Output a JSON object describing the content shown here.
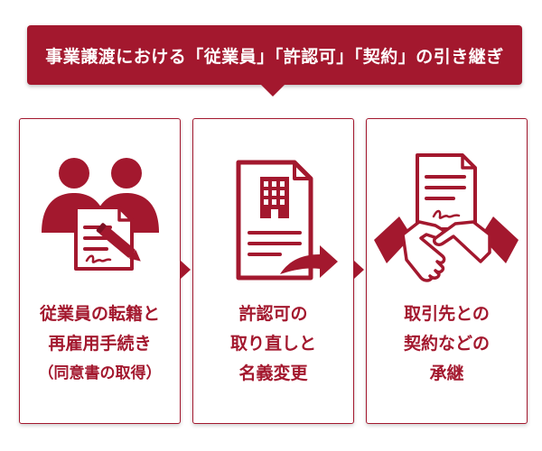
{
  "colors": {
    "accent": "#A3182E"
  },
  "banner": {
    "title": "事業譲渡における「従業員」「許認可」「契約」の引き継ぎ"
  },
  "cards": [
    {
      "icon": "employees-document-icon",
      "lines": [
        "従業員の転籍と",
        "再雇用手続き",
        "（同意書の取得）"
      ]
    },
    {
      "icon": "license-document-icon",
      "lines": [
        "許認可の",
        "取り直しと",
        "名義変更"
      ]
    },
    {
      "icon": "handshake-contract-icon",
      "lines": [
        "取引先との",
        "契約などの",
        "承継"
      ]
    }
  ]
}
